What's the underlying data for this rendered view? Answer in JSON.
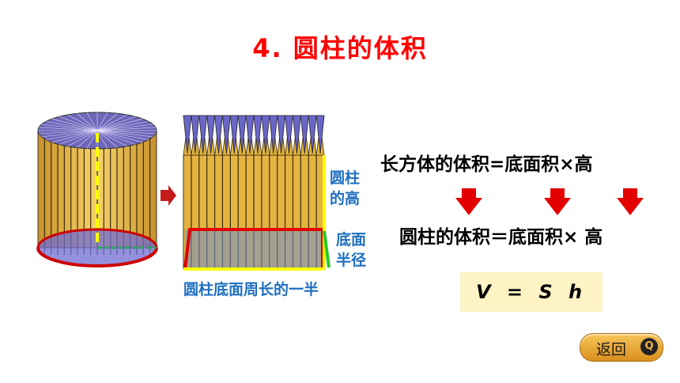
{
  "title": "4. 圆柱的体积",
  "labels": {
    "height": "圆柱的高",
    "radius": "底面半径",
    "half_circumference": "圆柱底面周长的一半"
  },
  "formulas": {
    "cuboid": "长方体的体积=底面积×高",
    "cylinder": "圆柱的体积＝底面积× 高",
    "symbolic": "V = S h"
  },
  "nav": {
    "back_label": "返回",
    "back_icon": "q-circle-icon"
  },
  "colors": {
    "title": "#ff0000",
    "label_blue": "#1f6fbf",
    "arrow_red": "#e40000",
    "stripe_yellow": "#f0c040",
    "stripe_purple": "#6a66c8",
    "formula_box": "#fdf3c5",
    "back_button": "#f2b544"
  }
}
